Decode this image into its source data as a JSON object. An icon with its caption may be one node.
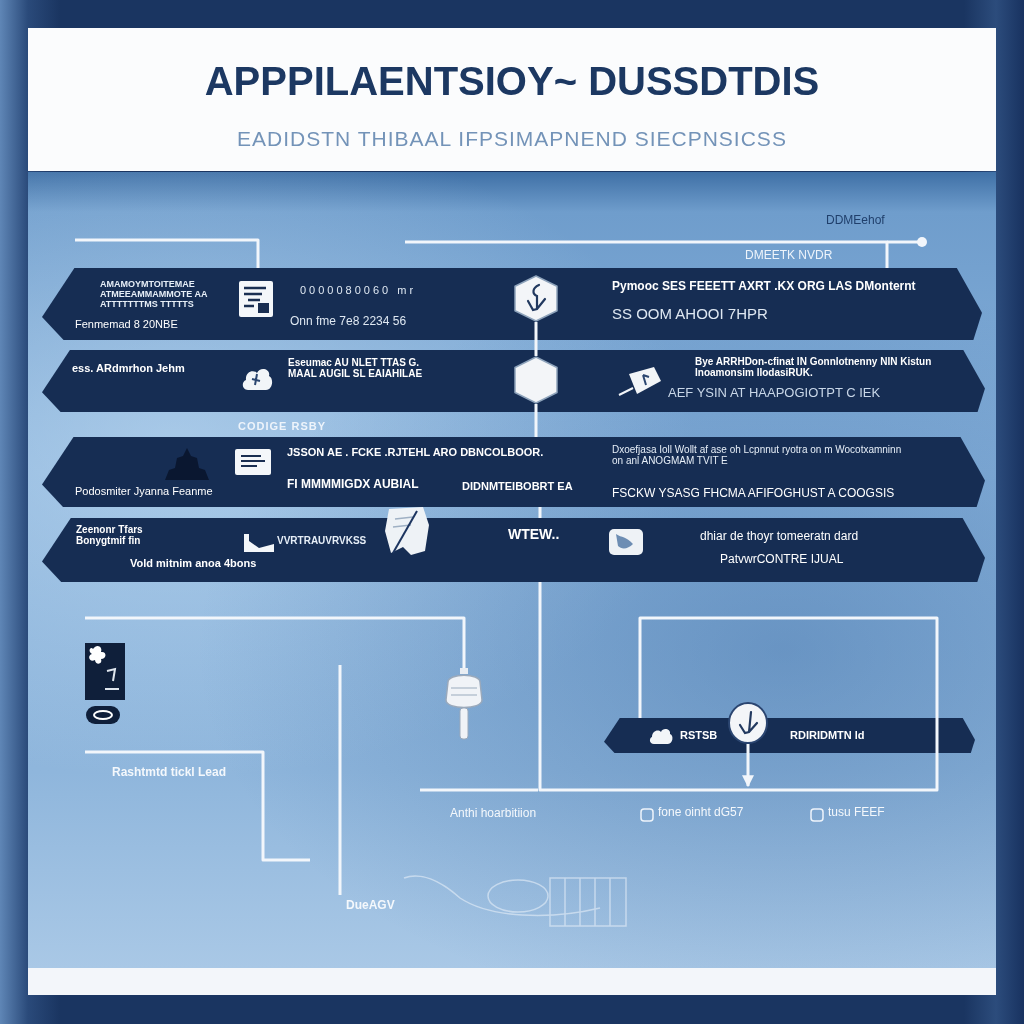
{
  "diagram": {
    "title": "APPPILAENTSIOY~ DUSSDTDIS",
    "nodes": [
      {
        "text": [
          "AMAMOYMTOITEMAE ATMEEAMMAMMOTE AA ATTTTTTTMS TTTTTS",
          "Fenmemad 8 20NBE",
          "0000080060 mr",
          "Onn fme 7e8 2234 56",
          "Pymooc SES FEEETT AXRT .KX ORG LAS DMonternt",
          "SS OOM AHOOI 7HPR"
        ]
      },
      {
        "text": [],
        "shape": "hexagon",
        "in": 0
      },
      {
        "text": [
          "ess. ARdmrhon Jehm",
          "Eseumac AU NLET TTAS G. MAAL AUGIL SL EAIAHILAE",
          "Bye ARRHDon-cfinat IN Gonnlotnenny NIN Kistun Inoamonsim IIodasiRUK.",
          "AEF YSIN AT HAAPOGIOTPT C IEK"
        ]
      },
      {
        "text": [],
        "shape": "hexagon",
        "in": 2
      },
      {
        "text": [
          "Podosmiter Jyanna Feanme",
          "JSSON AE . FCKE .RJTEHL ARO DBNCOLBOOR.",
          "FI MMMMIGDX AUBIAL",
          "DIDNMTEIBOBRT EA",
          "Dxoefjasa Ioll Wollt af ase oh Lcpnnut ryotra on m Wocotxamninn on anl ANOGMAM TVIT E",
          "FSCKW YSASG FHCMA AFIFOGHUST A COOGSIS"
        ],
        "beside": [
          "CODIGE RSBY"
        ]
      },
      {
        "text": [
          "Zeenonr Tfars Bonygtmif fin",
          "Vold mitnim anoa 4bons",
          "VVRTRAUVRVKSS",
          "WTEW..",
          "dhiar de thoyr tomeeratn dard",
          "PatvwrCONTRE IJUAL"
        ]
      },
      {
        "text": [
          "RSTSB",
          "RDIRIDMTN ld"
        ]
      },
      {
        "text": [],
        "shape": "circle"
      },
      {
        "text": [],
        "shape": "picture"
      }
    ],
    "edges": [
      {
        "from": null,
        "to": 0,
        "arrow": "none"
      },
      {
        "from": null,
        "to": 0,
        "arrow": "none"
      },
      {
        "from": 1,
        "to": 3,
        "arrow": "none"
      },
      {
        "from": 3,
        "to": 4,
        "arrow": "none"
      },
      {
        "from": 4,
        "to": 5,
        "arrow": "none"
      },
      {
        "from": 5,
        "to": 6,
        "arrow": "none"
      },
      {
        "from": 7,
        "to": null,
        "arrow": "to"
      },
      {
        "from": null,
        "to": 8,
        "arrow": "none"
      }
    ],
    "labels": [
      "EADIDSTN THIBAAL IFPSIMAPNEND SIECPNSICSS",
      "DDMEehof",
      "DMEETK NVDR",
      "Rashtmtd tickl Lead",
      "Anthi hoarbitiion",
      "fone oinht dG57",
      "tusu FEEF",
      "DueAGV"
    ]
  }
}
